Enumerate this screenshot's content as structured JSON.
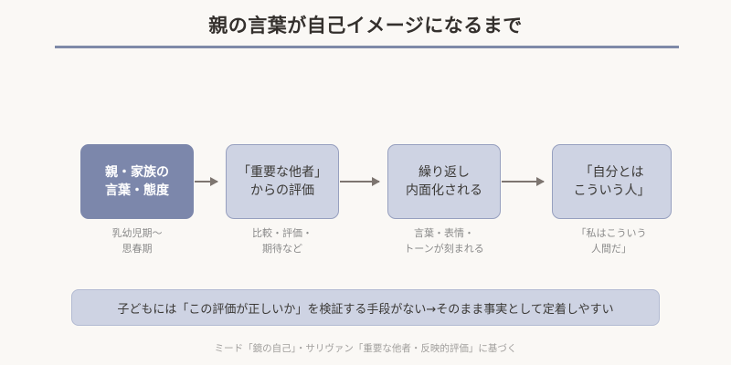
{
  "page": {
    "background_color": "#faf8f5",
    "title": "親の言葉が自己イメージになるまで",
    "rule_color": "#7e8aa8"
  },
  "flow": {
    "accent_primary": "#7c87ab",
    "accent_secondary": "#ced3e3",
    "border_secondary": "#97a0bf",
    "arrow_color": "#7d7570",
    "nodes": [
      {
        "label": "親・家族の\n言葉・態度",
        "caption": "乳幼児期〜\n思春期",
        "style": "primary"
      },
      {
        "label": "「重要な他者」\nからの評価",
        "caption": "比較・評価・\n期待など",
        "style": "secondary"
      },
      {
        "label": "繰り返し\n内面化される",
        "caption": "言葉・表情・\nトーンが刻まれる",
        "style": "secondary"
      },
      {
        "label": "「自分とは\nこういう人」",
        "caption": "「私はこういう\n人間だ」",
        "style": "secondary"
      }
    ]
  },
  "banner": {
    "text": "子どもには「この評価が正しいか」を検証する手段がない→そのまま事実として定着しやすい"
  },
  "footer": {
    "text": "ミード「鏡の自己」・サリヴァン「重要な他者・反映的評価」に基づく"
  }
}
